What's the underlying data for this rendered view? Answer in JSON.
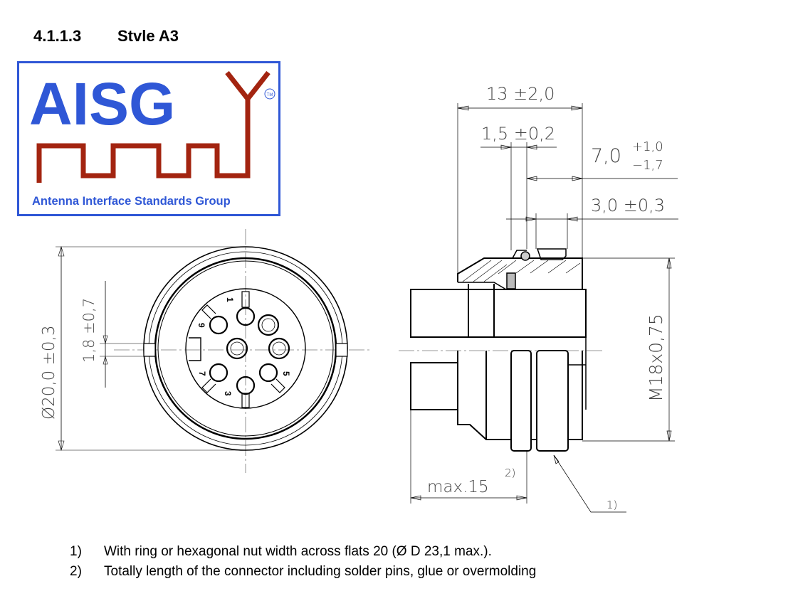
{
  "section": {
    "number": "4.1.1.3",
    "title": "Stvle A3"
  },
  "logo": {
    "wordmark": "AISG",
    "trademark": "TM",
    "subtitle": "Antenna Interface Standards Group",
    "colors": {
      "blue": "#2f57d6",
      "red": "#a32410"
    }
  },
  "front_view": {
    "diameter_label": "Ø20,0 ±0,3",
    "slot_label": "1,8 ±0,7",
    "pin_labels": [
      "1",
      "9",
      "7",
      "3",
      "5"
    ]
  },
  "side_view": {
    "length_label": "13 ±2,0",
    "seal_label": "1,5 ±0,2",
    "nut_label_main": "7,0",
    "nut_tol_upper": "+1,0",
    "nut_tol_lower": "−1,7",
    "ring_label": "3,0 ±0,3",
    "thread_label": "M18x0,75",
    "max_label": "max.15",
    "max_ref": "2)",
    "callout": "1)"
  },
  "notes": [
    {
      "number": "1)",
      "text": "With ring or hexagonal nut width across flats 20 (Ø D 23,1 max.)."
    },
    {
      "number": "2)",
      "text": "Totally length of the connector including solder pins, glue or overmolding"
    }
  ]
}
